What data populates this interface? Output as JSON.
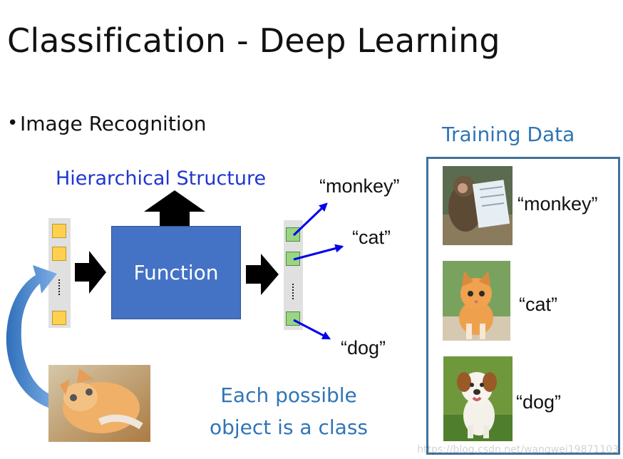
{
  "slide": {
    "title": "Classification - Deep Learning",
    "bullet": "Image Recognition"
  },
  "diagram": {
    "hierarchical_structure": "Hierarchical Structure",
    "function_label": "Function",
    "class_note_line1": "Each possible",
    "class_note_line2": "object is a class",
    "outputs": [
      "“monkey”",
      "“cat”",
      "“dog”"
    ]
  },
  "training_data": {
    "title": "Training Data",
    "items": [
      {
        "label": "“monkey”",
        "image": "monkey-photo"
      },
      {
        "label": "“cat”",
        "image": "cat-photo"
      },
      {
        "label": "“dog”",
        "image": "dog-photo"
      }
    ]
  },
  "watermark": "https://blog.csdn.net/wangwei19871103",
  "colors": {
    "blue_heading": "#1f35d1",
    "note_blue": "#2f75b5",
    "function_fill": "#4472c4",
    "input_cell": "#ffd14f",
    "output_cell": "#9ad583",
    "box_border": "#41719c"
  }
}
